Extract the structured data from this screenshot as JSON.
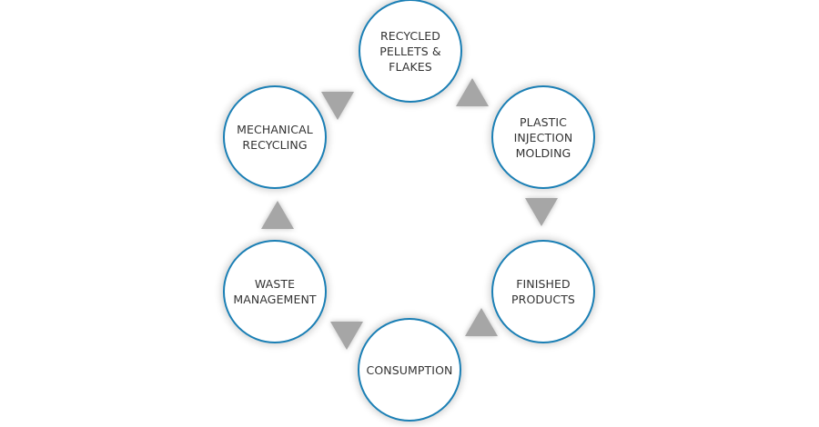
{
  "diagram": {
    "type": "cycle",
    "colors": {
      "circle_border": "#1a7fb5",
      "circle_fill": "#ffffff",
      "arrow": "#a6a6a6",
      "text": "#333333"
    },
    "nodes": [
      {
        "id": "recycled-pellets-flakes",
        "label": "RECYCLED\nPELLETS &\nFLAKES"
      },
      {
        "id": "plastic-injection-molding",
        "label": "PLASTIC\nINJECTION\nMOLDING"
      },
      {
        "id": "finished-products",
        "label": "FINISHED\nPRODUCTS"
      },
      {
        "id": "consumption",
        "label": "CONSUMPTION"
      },
      {
        "id": "waste-management",
        "label": "WASTE\nMANAGEMENT"
      },
      {
        "id": "mechanical-recycling",
        "label": "MECHANICAL\nRECYCLING"
      }
    ],
    "arrows": [
      {
        "from": "mechanical-recycling",
        "to": "recycled-pellets-flakes",
        "direction": "down"
      },
      {
        "from": "recycled-pellets-flakes",
        "to": "plastic-injection-molding",
        "direction": "up"
      },
      {
        "from": "plastic-injection-molding",
        "to": "finished-products",
        "direction": "down"
      },
      {
        "from": "finished-products",
        "to": "consumption",
        "direction": "up"
      },
      {
        "from": "consumption",
        "to": "waste-management",
        "direction": "down"
      },
      {
        "from": "waste-management",
        "to": "mechanical-recycling",
        "direction": "up"
      }
    ]
  }
}
